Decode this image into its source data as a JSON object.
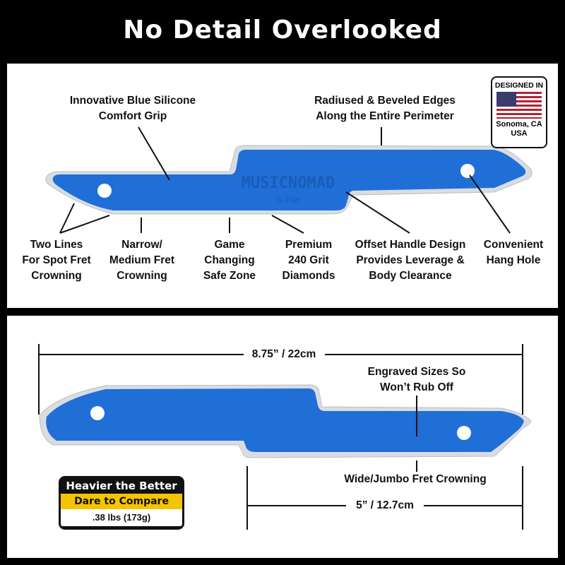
{
  "title": "No Detail Overlooked",
  "top_panel": {
    "callouts": [
      "Innovative Blue Silicone\nComfort Grip",
      "Radiused & Beveled Edges\nAlong the Entire Perimeter",
      "Two Lines\nFor Spot Fret\nCrowning",
      "Narrow/\nMedium Fret\nCrowning",
      "Game\nChanging\nSafe Zone",
      "Premium\n240 Grit\nDiamonds",
      "Offset Handle Design\nProvides Leverage &\nBody Clearance",
      "Convenient\nHang Hole"
    ],
    "badge": {
      "line1": "DESIGNED IN",
      "line2": "Sonoma, CA",
      "line3": "USA"
    },
    "engraving": {
      "brand": "MUSICNOMAD",
      "model": "S-File"
    }
  },
  "bottom_panel": {
    "total_length": "8.75” / 22cm",
    "engraved_note": "Engraved Sizes So\nWon’t Rub Off",
    "wide_label": "Wide/Jumbo Fret Crowning",
    "handle_length": "5” / 12.7cm",
    "weight_badge": {
      "heading": "Heavier the Better",
      "tagline": "Dare to Compare",
      "weight": ".38 lbs (173g)"
    }
  },
  "colors": {
    "file_blue": "#1f6fd6",
    "badge_yellow": "#f5c400",
    "background": "#000000"
  }
}
